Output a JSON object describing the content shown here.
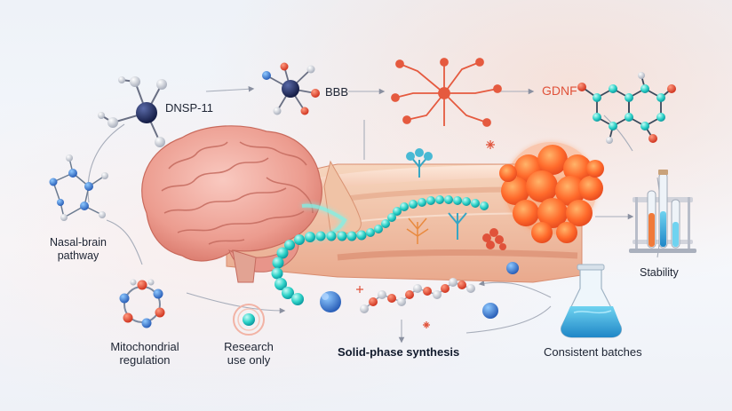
{
  "labels": {
    "dnsp": "DNSP-11",
    "bbb": "BBB",
    "gdnf": "GDNF",
    "nasal": "Nasal-brain\npathway",
    "stability": "Stability",
    "mito": "Mitochondrial\nregulation",
    "research": "Research\nuse only",
    "synthesis": "Solid-phase synthesis",
    "batches": "Consistent batches"
  },
  "colors": {
    "brain": "#f0a89c",
    "nose_tissue": "#f2c3a6",
    "gdnf_cluster": "#ff6a2b",
    "peptide_chain": "#2fd3c8",
    "red_bead": "#e04a32",
    "navy_atom": "#1d2a5c",
    "teal_atom": "#1e9fb0"
  }
}
